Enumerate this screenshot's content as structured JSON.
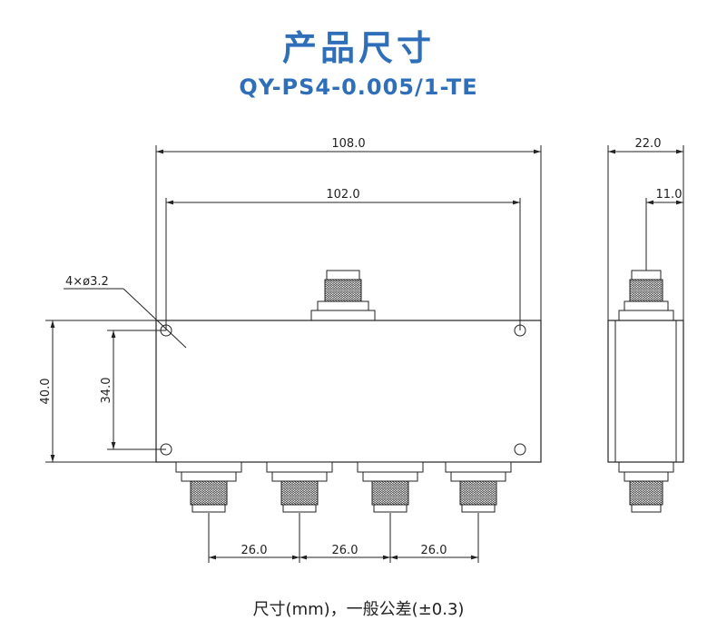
{
  "title": "产品尺寸",
  "model": "QY-PS4-0.005/1-TE",
  "dimensions": {
    "overall_length": "108.0",
    "hole_spacing_x": "102.0",
    "hole_spec": "4×ø3.2",
    "overall_height": "40.0",
    "hole_spacing_y": "34.0",
    "port_pitch": "26.0",
    "side_width": "22.0",
    "side_center": "11.0"
  },
  "footer": "尺寸(mm)，一般公差(±0.3)"
}
